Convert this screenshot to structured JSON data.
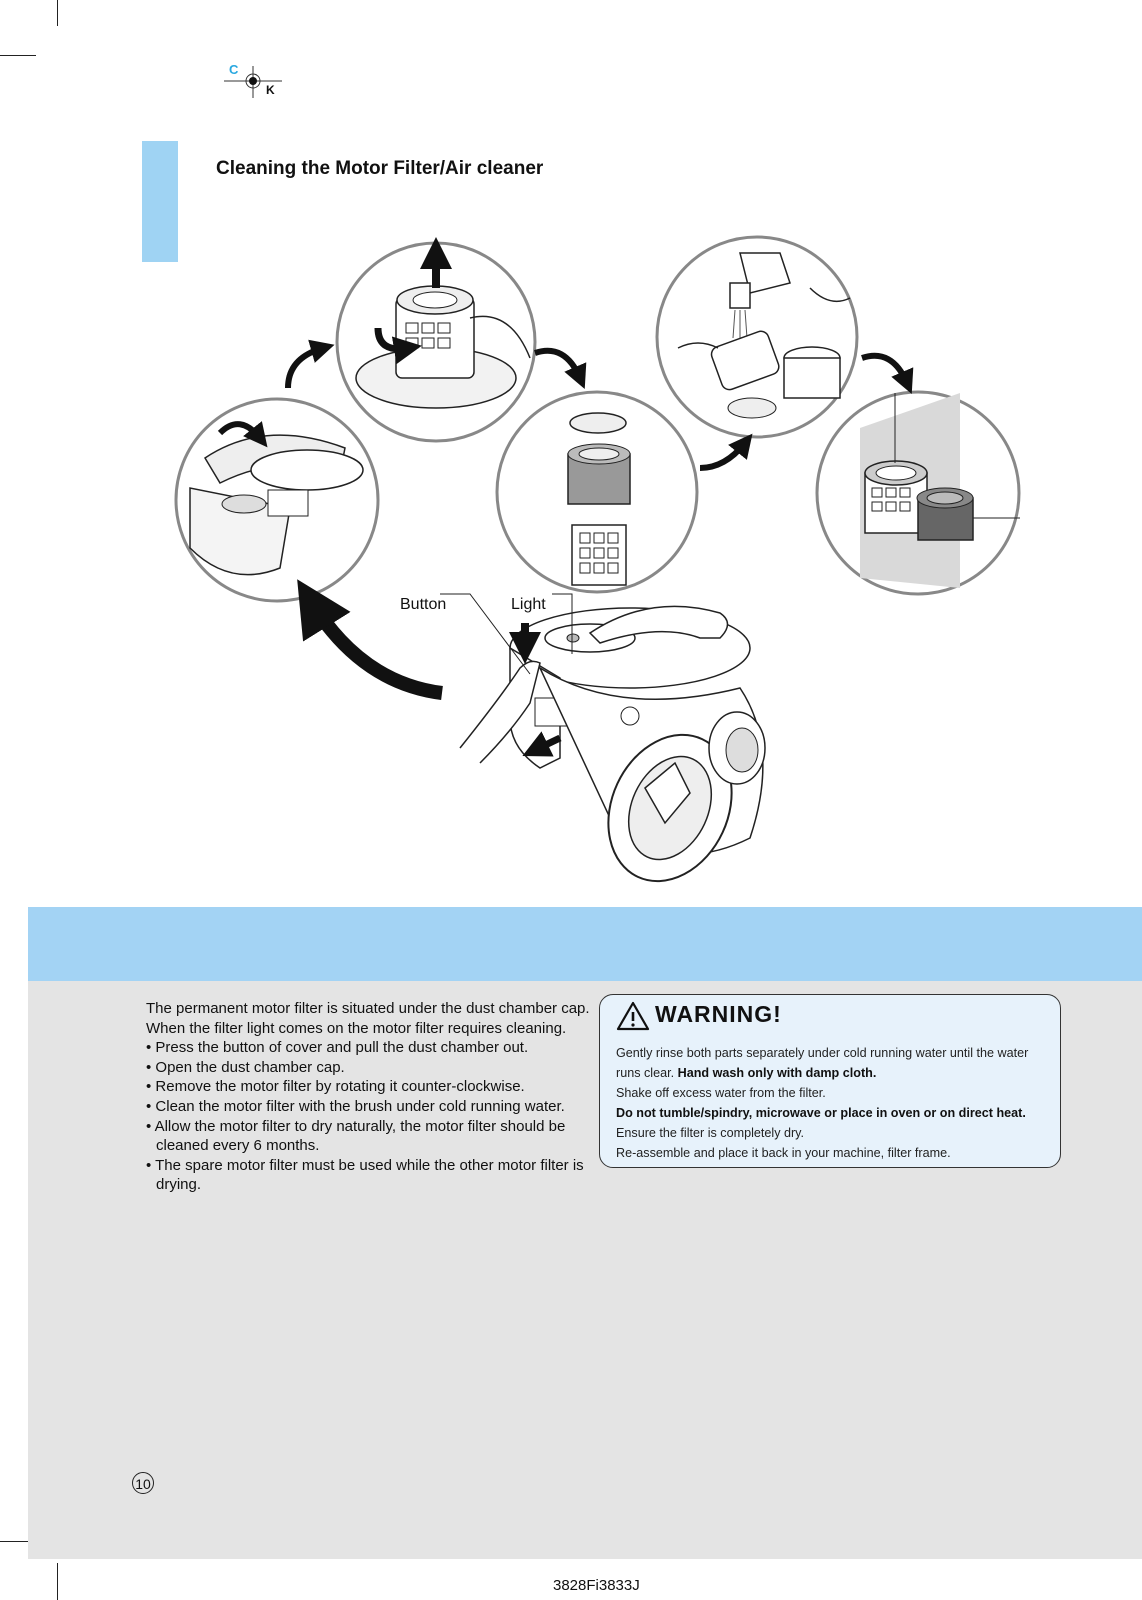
{
  "header": {
    "section_title": "Cleaning the Motor Filter/Air cleaner"
  },
  "registration_mark": {
    "c_label": "C",
    "k_label": "K"
  },
  "illustration": {
    "button_label": "Button",
    "light_label": "Light"
  },
  "instructions": {
    "paragraph1": "The permanent motor filter is situated under the dust chamber cap.",
    "paragraph2": "When the filter light comes on the motor filter requires cleaning.",
    "bullets": [
      "• Press the button of cover and pull the dust chamber out.",
      "• Open the dust chamber cap.",
      "• Remove the motor filter by  rotating it counter-clockwise.",
      "• Clean the motor filter with the brush under cold running water.",
      "• Allow the motor filter to dry naturally, the motor filter should be cleaned every 6 months.",
      "• The spare motor filter must be used while the other motor filter is drying."
    ]
  },
  "warning": {
    "title": "WARNING!",
    "line1_a": "Gently rinse both parts separately under cold running water until the water",
    "line2_a": "runs clear.",
    "line2_b": "Hand wash only with damp cloth.",
    "line3": "Shake off excess water from the filter.",
    "line4": "Do not tumble/spindry, microwave or place in oven or on direct heat.",
    "line5": "Ensure the filter is completely dry.",
    "line6": "Re-assemble and place it back in your machine, filter frame."
  },
  "footer": {
    "page_number": "10",
    "doc_code": "3828Fi3833J"
  },
  "colors": {
    "accent_blue": "#a3d3f4",
    "panel_gray": "#e4e4e4",
    "warning_bg": "#e7f2fb"
  }
}
